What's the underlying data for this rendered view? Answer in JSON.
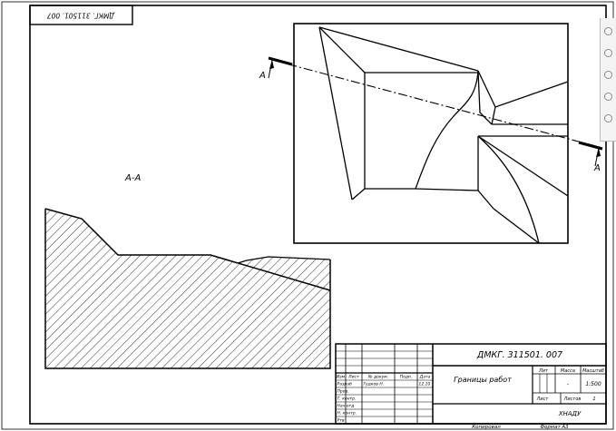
{
  "drawing": {
    "stamp_code": "ДМКГ. 311501. 007",
    "section_label": "А-А",
    "cut_marker": "А"
  },
  "title_block": {
    "doc_code": "ДМКГ. 311501. 007",
    "title": "Границы работ",
    "org": "ХНАДУ",
    "scale": "1:500",
    "lit_value": "-",
    "sheet_value": "1",
    "headers": {
      "lit": "Лит",
      "mass": "Масса",
      "scale": "Масштаб",
      "sheet": "Лист",
      "sheets": "Листов"
    },
    "change_headers": [
      "Изм",
      "Лист",
      "№ докум.",
      "Подп.",
      "Дата"
    ],
    "role_rows": [
      "Разраб",
      "Пров.",
      "Т. контр.",
      "Нач.отд",
      "Н. контр.",
      "Утв"
    ],
    "developer_name": "Гудков Н.",
    "developer_date": "12.10"
  },
  "footer": {
    "copied": "Копировал",
    "format": "Формат А3"
  }
}
